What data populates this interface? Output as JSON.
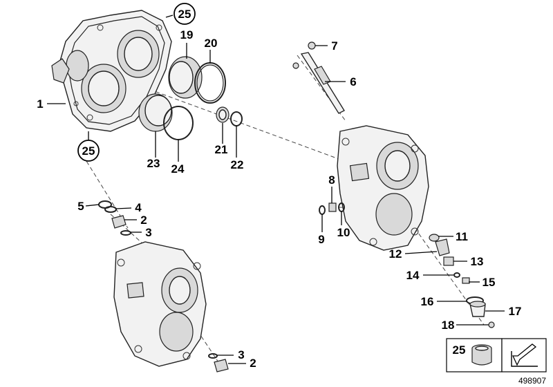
{
  "callouts": {
    "c1": "1",
    "c2a": "2",
    "c2b": "2",
    "c3a": "3",
    "c3b": "3",
    "c4": "4",
    "c5": "5",
    "c6": "6",
    "c7": "7",
    "c8": "8",
    "c9": "9",
    "c10": "10",
    "c11": "11",
    "c12": "12",
    "c13": "13",
    "c14": "14",
    "c15": "15",
    "c16": "16",
    "c17": "17",
    "c18": "18",
    "c19": "19",
    "c20": "20",
    "c21": "21",
    "c22": "22",
    "c23": "23",
    "c24": "24",
    "c25a": "25",
    "c25b": "25",
    "c25c": "25"
  },
  "diagram_id": "498907",
  "icons": {
    "legend_part": "bushing-icon",
    "arrow": "fastener-arrow-icon"
  },
  "colors": {
    "line": "#222222",
    "part_fill": "#f2f2f2",
    "shade": "#d9d9d9"
  }
}
